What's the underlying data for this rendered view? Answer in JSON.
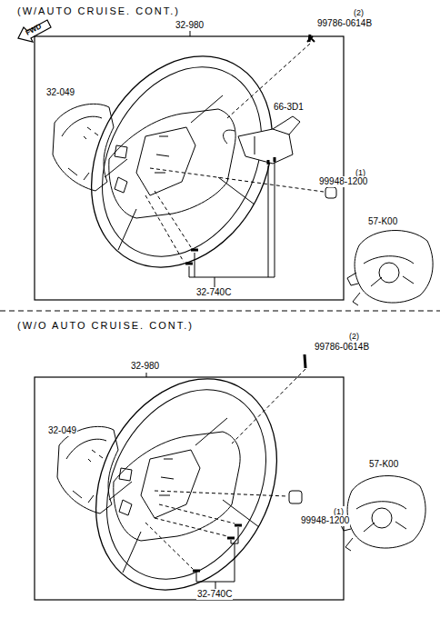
{
  "diagram": {
    "labels": [
      "(W/AUTO CRUISE. CONT.)",
      "FWD",
      "32-980",
      "(2)",
      "99786-0614B",
      "32-049",
      "66-3D1",
      "(1)",
      "99948-1200",
      "57-K00",
      "32-740C",
      "(W/O AUTO CRUISE. CONT.)",
      "32-980",
      "(2)",
      "99786-0614B",
      "32-049",
      "57-K00",
      "(1)",
      "99948-1200",
      "32-740C"
    ]
  }
}
